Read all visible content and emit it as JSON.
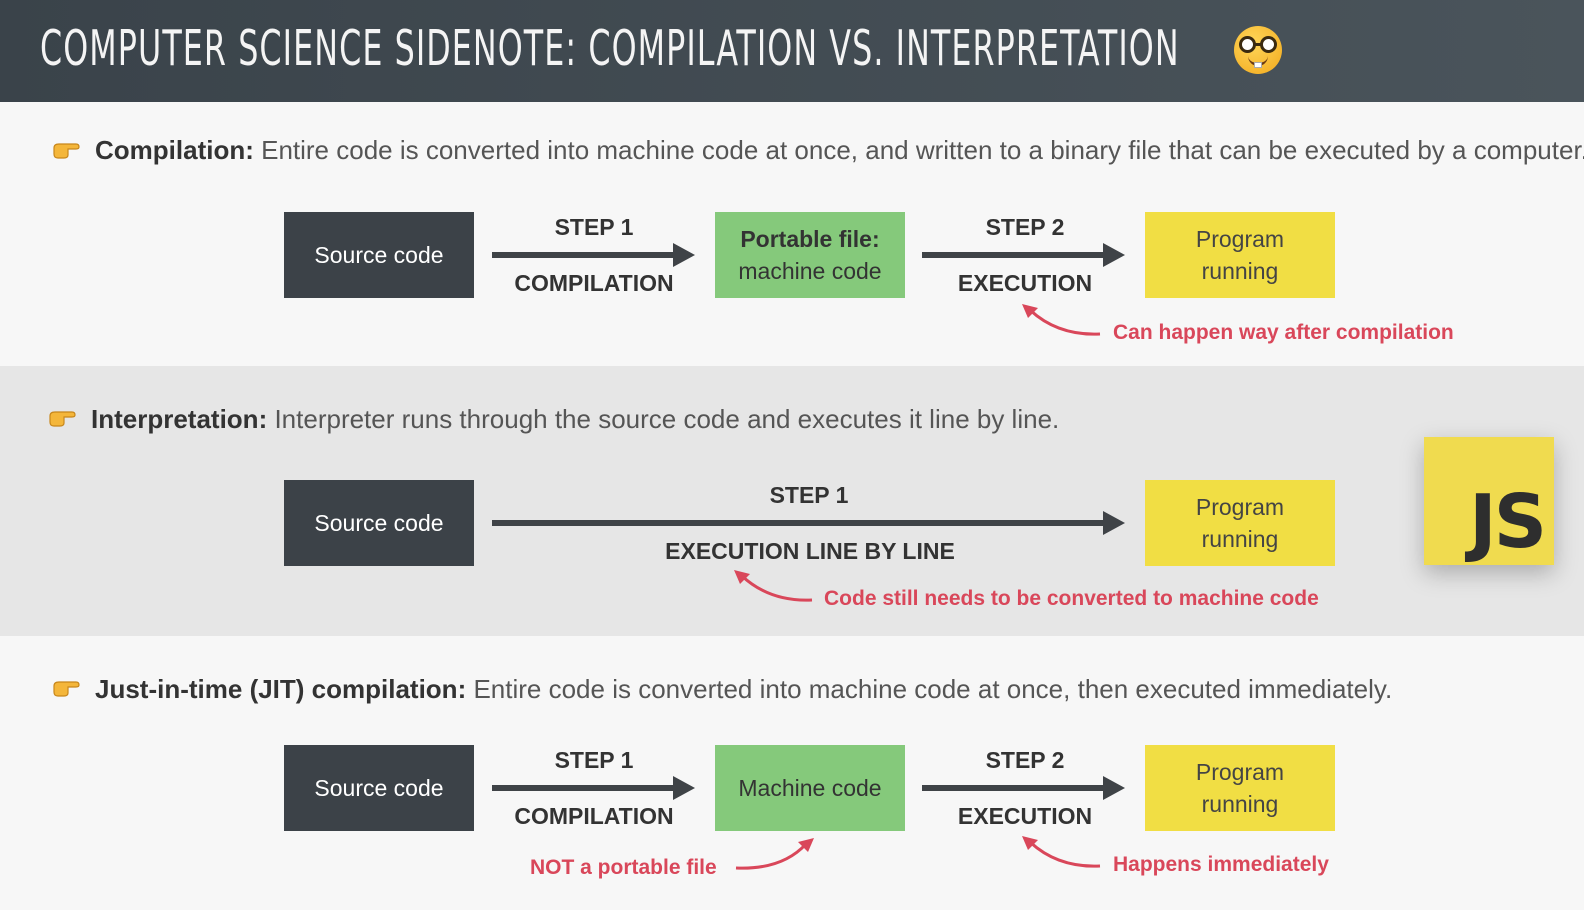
{
  "header": {
    "title": "COMPUTER SCIENCE SIDENOTE: COMPILATION VS. INTERPRETATION",
    "emoji_icon": "nerd-face-icon"
  },
  "compilation": {
    "term": "Compilation:",
    "description": " Entire code is converted into machine code at once, and written to a binary file that can be executed by a computer.",
    "source_box": "Source code",
    "step1_top": "STEP 1",
    "step1_bottom": "COMPILATION",
    "middle_box_bold": "Portable file:",
    "middle_box_plain": "machine code",
    "step2_top": "STEP 2",
    "step2_bottom": "EXECUTION",
    "result_line1": "Program",
    "result_line2": "running",
    "note": "Can happen way after compilation"
  },
  "interpretation": {
    "term": "Interpretation:",
    "description": " Interpreter runs through the source code and executes it line by line.",
    "source_box": "Source code",
    "step1_top": "STEP 1",
    "step1_bottom": "EXECUTION LINE BY LINE",
    "result_line1": "Program",
    "result_line2": "running",
    "note": "Code still needs to be converted to machine code",
    "logo_text": "JS"
  },
  "jit": {
    "term": "Just-in-time (JIT) compilation:",
    "description": " Entire code is converted into machine code at once, then executed immediately.",
    "source_box": "Source code",
    "step1_top": "STEP 1",
    "step1_bottom": "COMPILATION",
    "middle_box": "Machine code",
    "step2_top": "STEP 2",
    "step2_bottom": "EXECUTION",
    "result_line1": "Program",
    "result_line2": "running",
    "note_left": "NOT a portable file",
    "note_right": "Happens immediately"
  },
  "colors": {
    "dark_box": "#3c4248",
    "green_box": "#85c97b",
    "yellow_box": "#f1de44",
    "note_red": "#d9475a",
    "js_yellow": "#f0db4f"
  }
}
